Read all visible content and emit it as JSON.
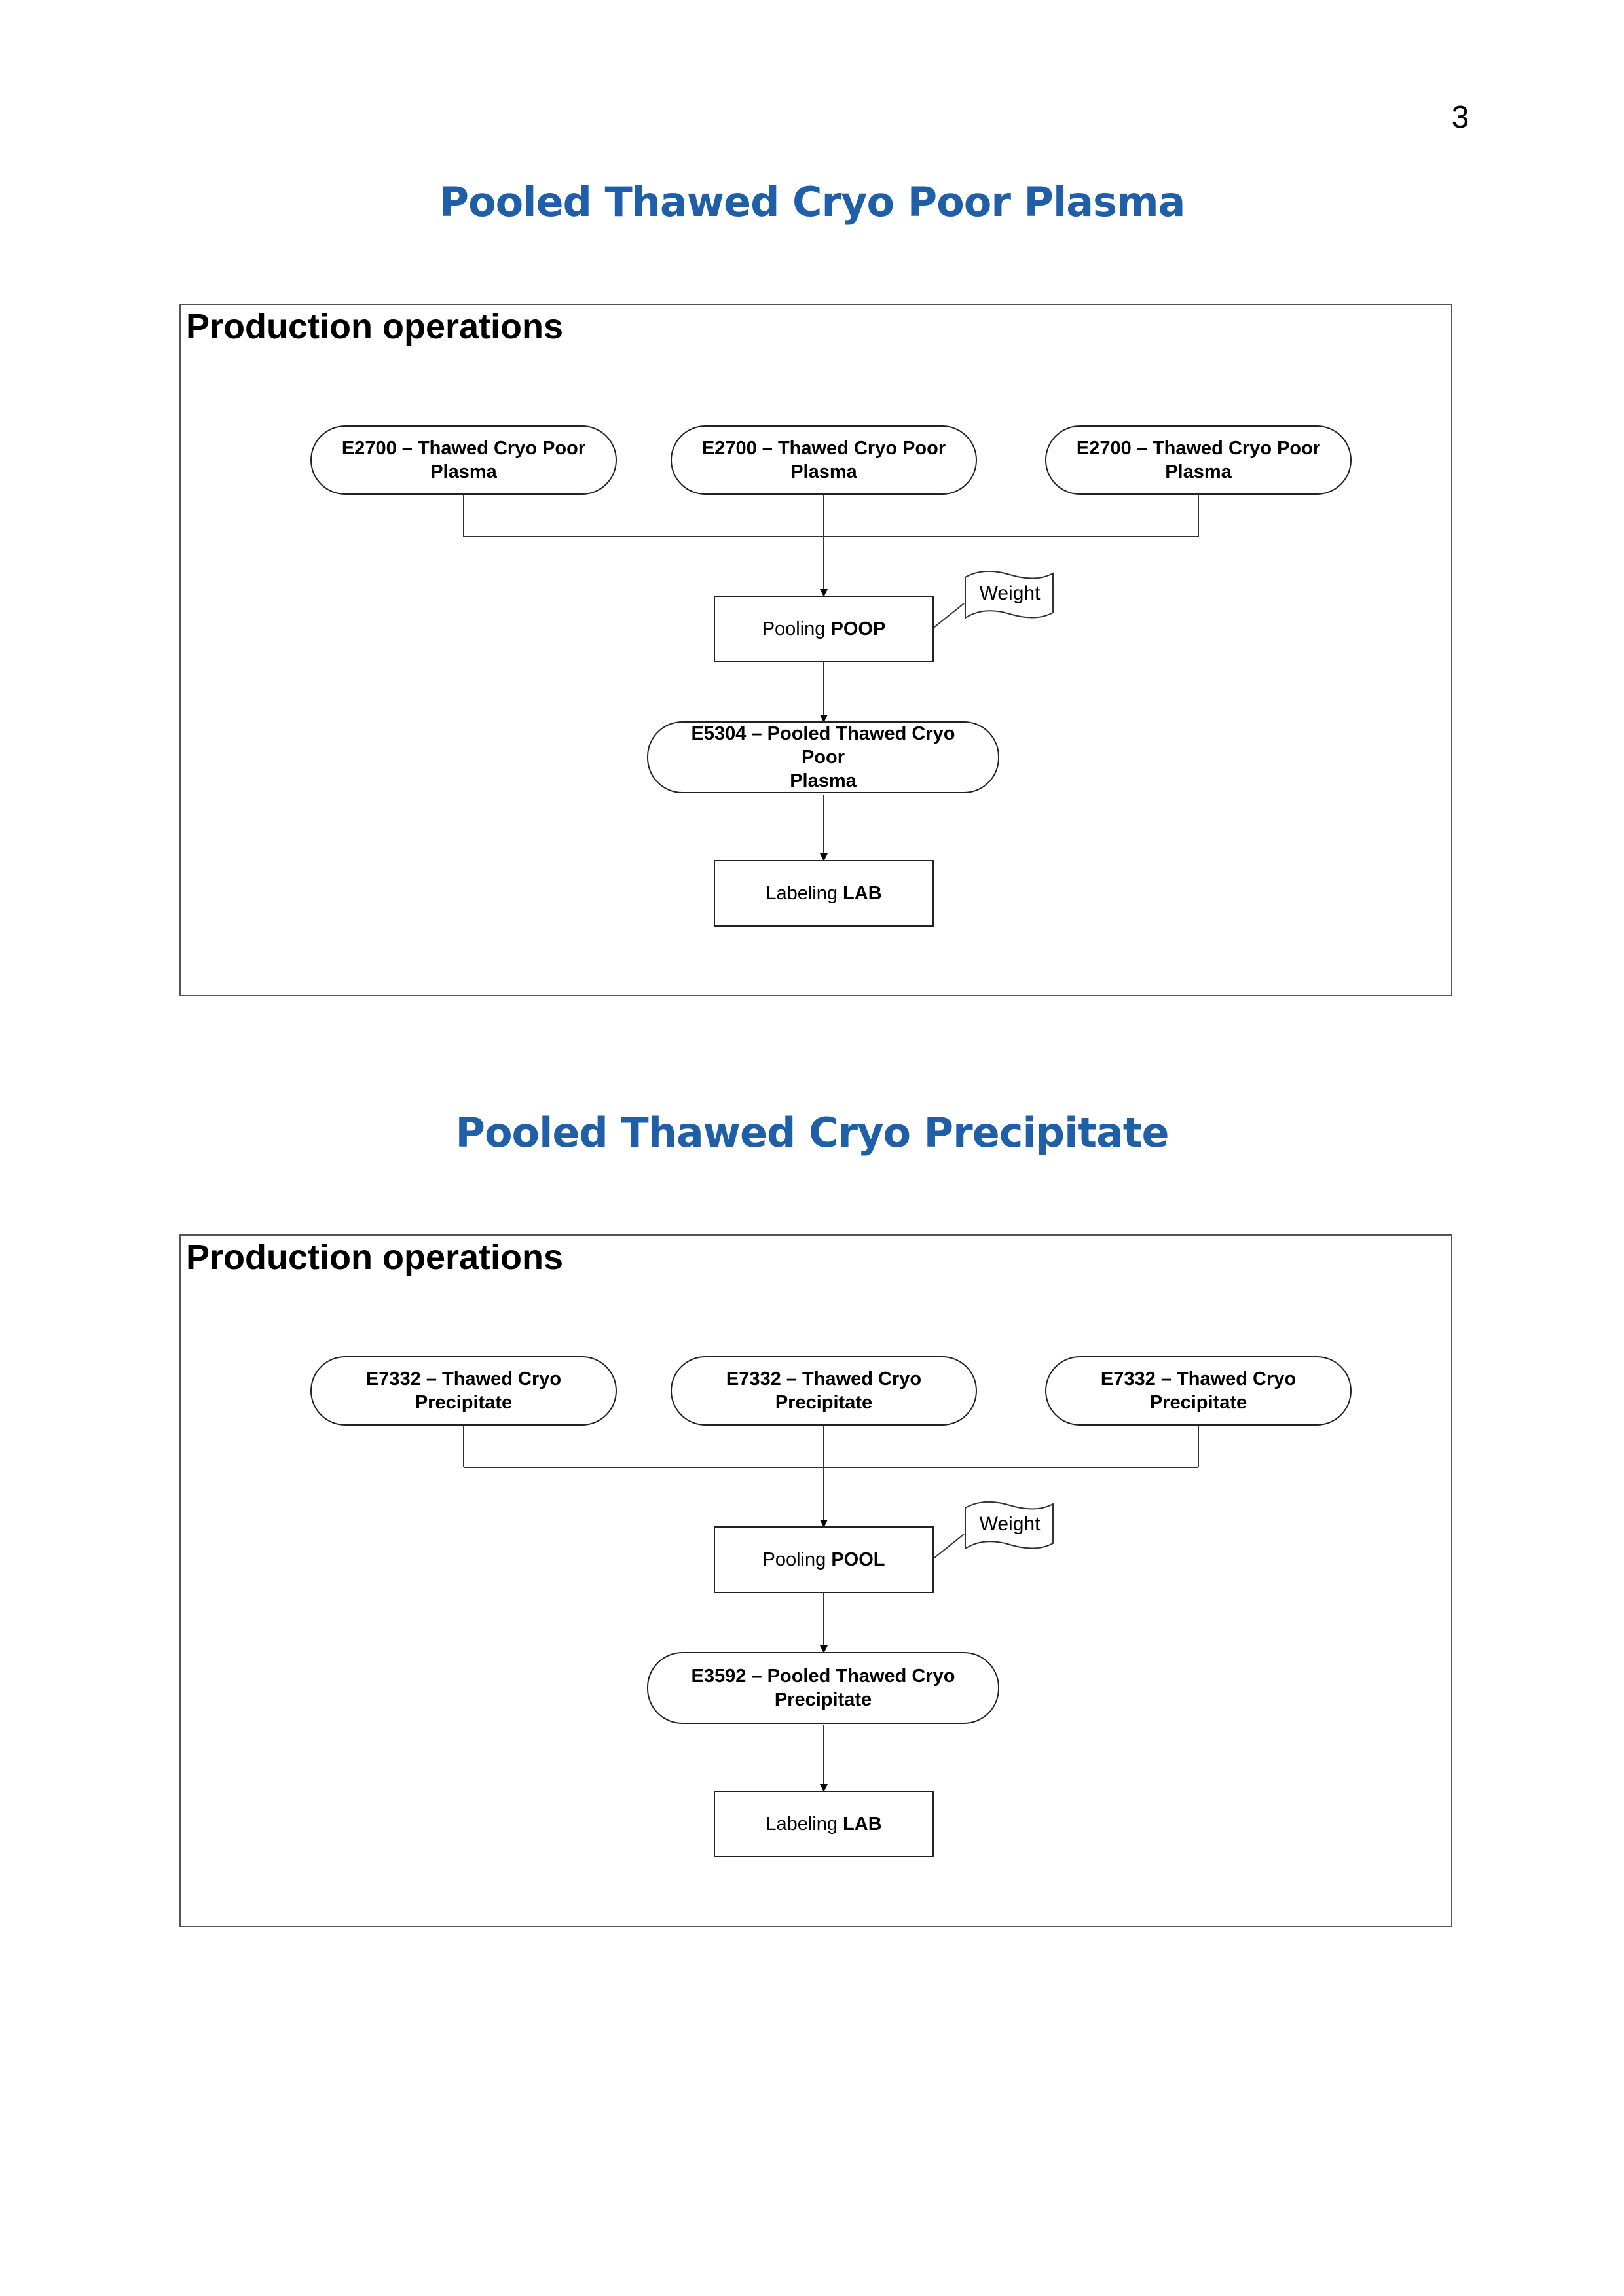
{
  "page_number": "3",
  "sections": [
    {
      "title": "Pooled Thawed Cryo Poor Plasma",
      "frame_label": "Production operations",
      "inputs": [
        {
          "line1": "E2700 – Thawed Cryo Poor",
          "line2": "Plasma"
        },
        {
          "line1": "E2700 – Thawed Cryo Poor",
          "line2": "Plasma"
        },
        {
          "line1": "E2700 – Thawed Cryo Poor",
          "line2": "Plasma"
        }
      ],
      "pooling": {
        "label": "Pooling",
        "code": "POOP"
      },
      "weight": "Weight",
      "output": {
        "line1": "E5304 – Pooled Thawed Cryo Poor",
        "line2": "Plasma"
      },
      "labeling": {
        "label": "Labeling",
        "code": "LAB"
      }
    },
    {
      "title": "Pooled Thawed Cryo Precipitate",
      "frame_label": "Production operations",
      "inputs": [
        {
          "line1": "E7332 – Thawed Cryo",
          "line2": "Precipitate"
        },
        {
          "line1": "E7332 – Thawed Cryo",
          "line2": "Precipitate"
        },
        {
          "line1": "E7332 – Thawed Cryo",
          "line2": "Precipitate"
        }
      ],
      "pooling": {
        "label": "Pooling",
        "code": "POOL"
      },
      "weight": "Weight",
      "output": {
        "line1": "E3592 – Pooled Thawed Cryo",
        "line2": "Precipitate"
      },
      "labeling": {
        "label": "Labeling",
        "code": "LAB"
      }
    }
  ]
}
